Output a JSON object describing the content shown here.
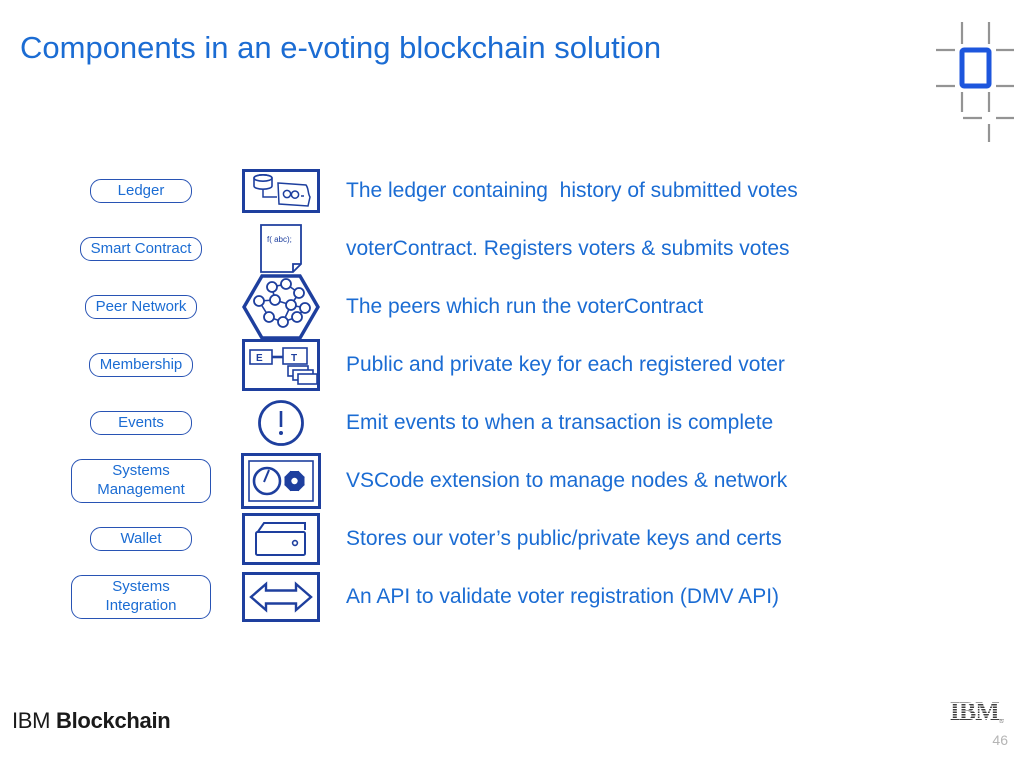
{
  "slide": {
    "title": "Components in an e-voting blockchain solution",
    "page_number": "46",
    "footer_brand": {
      "ibm": "IBM",
      "product": "Blockchain",
      "logo_text": "IBM",
      "logo_mark": "®"
    },
    "colors": {
      "text_blue": "#1b6cd3",
      "icon_navy": "#1e3f9e",
      "label_border": "#2853b4",
      "grid_gray": "#949494",
      "grid_blue": "#1d56dd",
      "footer_dark": "#1a1a1a",
      "page_gray": "#b5b5b5"
    }
  },
  "icon_texts": {
    "smart_contract_code": "f( abc);",
    "membership_left": "E",
    "membership_right": "T"
  },
  "rows": [
    {
      "label": "Ledger",
      "icon": "ledger-icon",
      "description": "The ledger containing  history of submitted votes"
    },
    {
      "label": "Smart Contract",
      "icon": "smart-contract-icon",
      "description": "voterContract. Registers voters & submits votes"
    },
    {
      "label": "Peer Network",
      "icon": "peer-network-icon",
      "description": "The peers which run the voterContract"
    },
    {
      "label": "Membership",
      "icon": "membership-icon",
      "description": "Public and private key for each registered voter"
    },
    {
      "label": "Events",
      "icon": "events-icon",
      "description": "Emit events to when a transaction is complete"
    },
    {
      "label": "Systems Management",
      "icon": "systems-management-icon",
      "description": "VSCode extension to manage nodes & network"
    },
    {
      "label": "Wallet",
      "icon": "wallet-icon",
      "description": "Stores our voter’s public/private keys and certs"
    },
    {
      "label": "Systems Integration",
      "icon": "systems-integration-icon",
      "description": "An API to validate voter registration (DMV API)"
    }
  ]
}
